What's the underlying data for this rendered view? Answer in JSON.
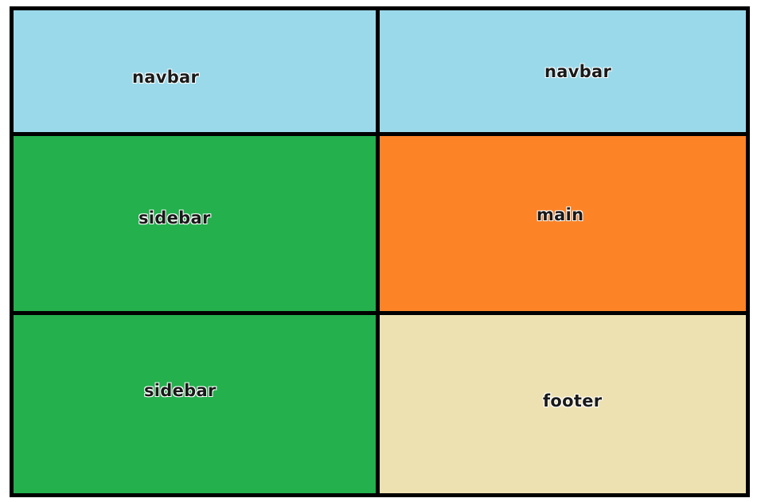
{
  "cells": {
    "navbar_left": {
      "label": "navbar",
      "color": "#9ad9ea"
    },
    "navbar_right": {
      "label": "navbar",
      "color": "#9ad9ea"
    },
    "sidebar_top": {
      "label": "sidebar",
      "color": "#23b04d"
    },
    "main": {
      "label": "main",
      "color": "#fd8327"
    },
    "sidebar_bottom": {
      "label": "sidebar",
      "color": "#23b04d"
    },
    "footer": {
      "label": "footer",
      "color": "#eee1b1"
    }
  }
}
